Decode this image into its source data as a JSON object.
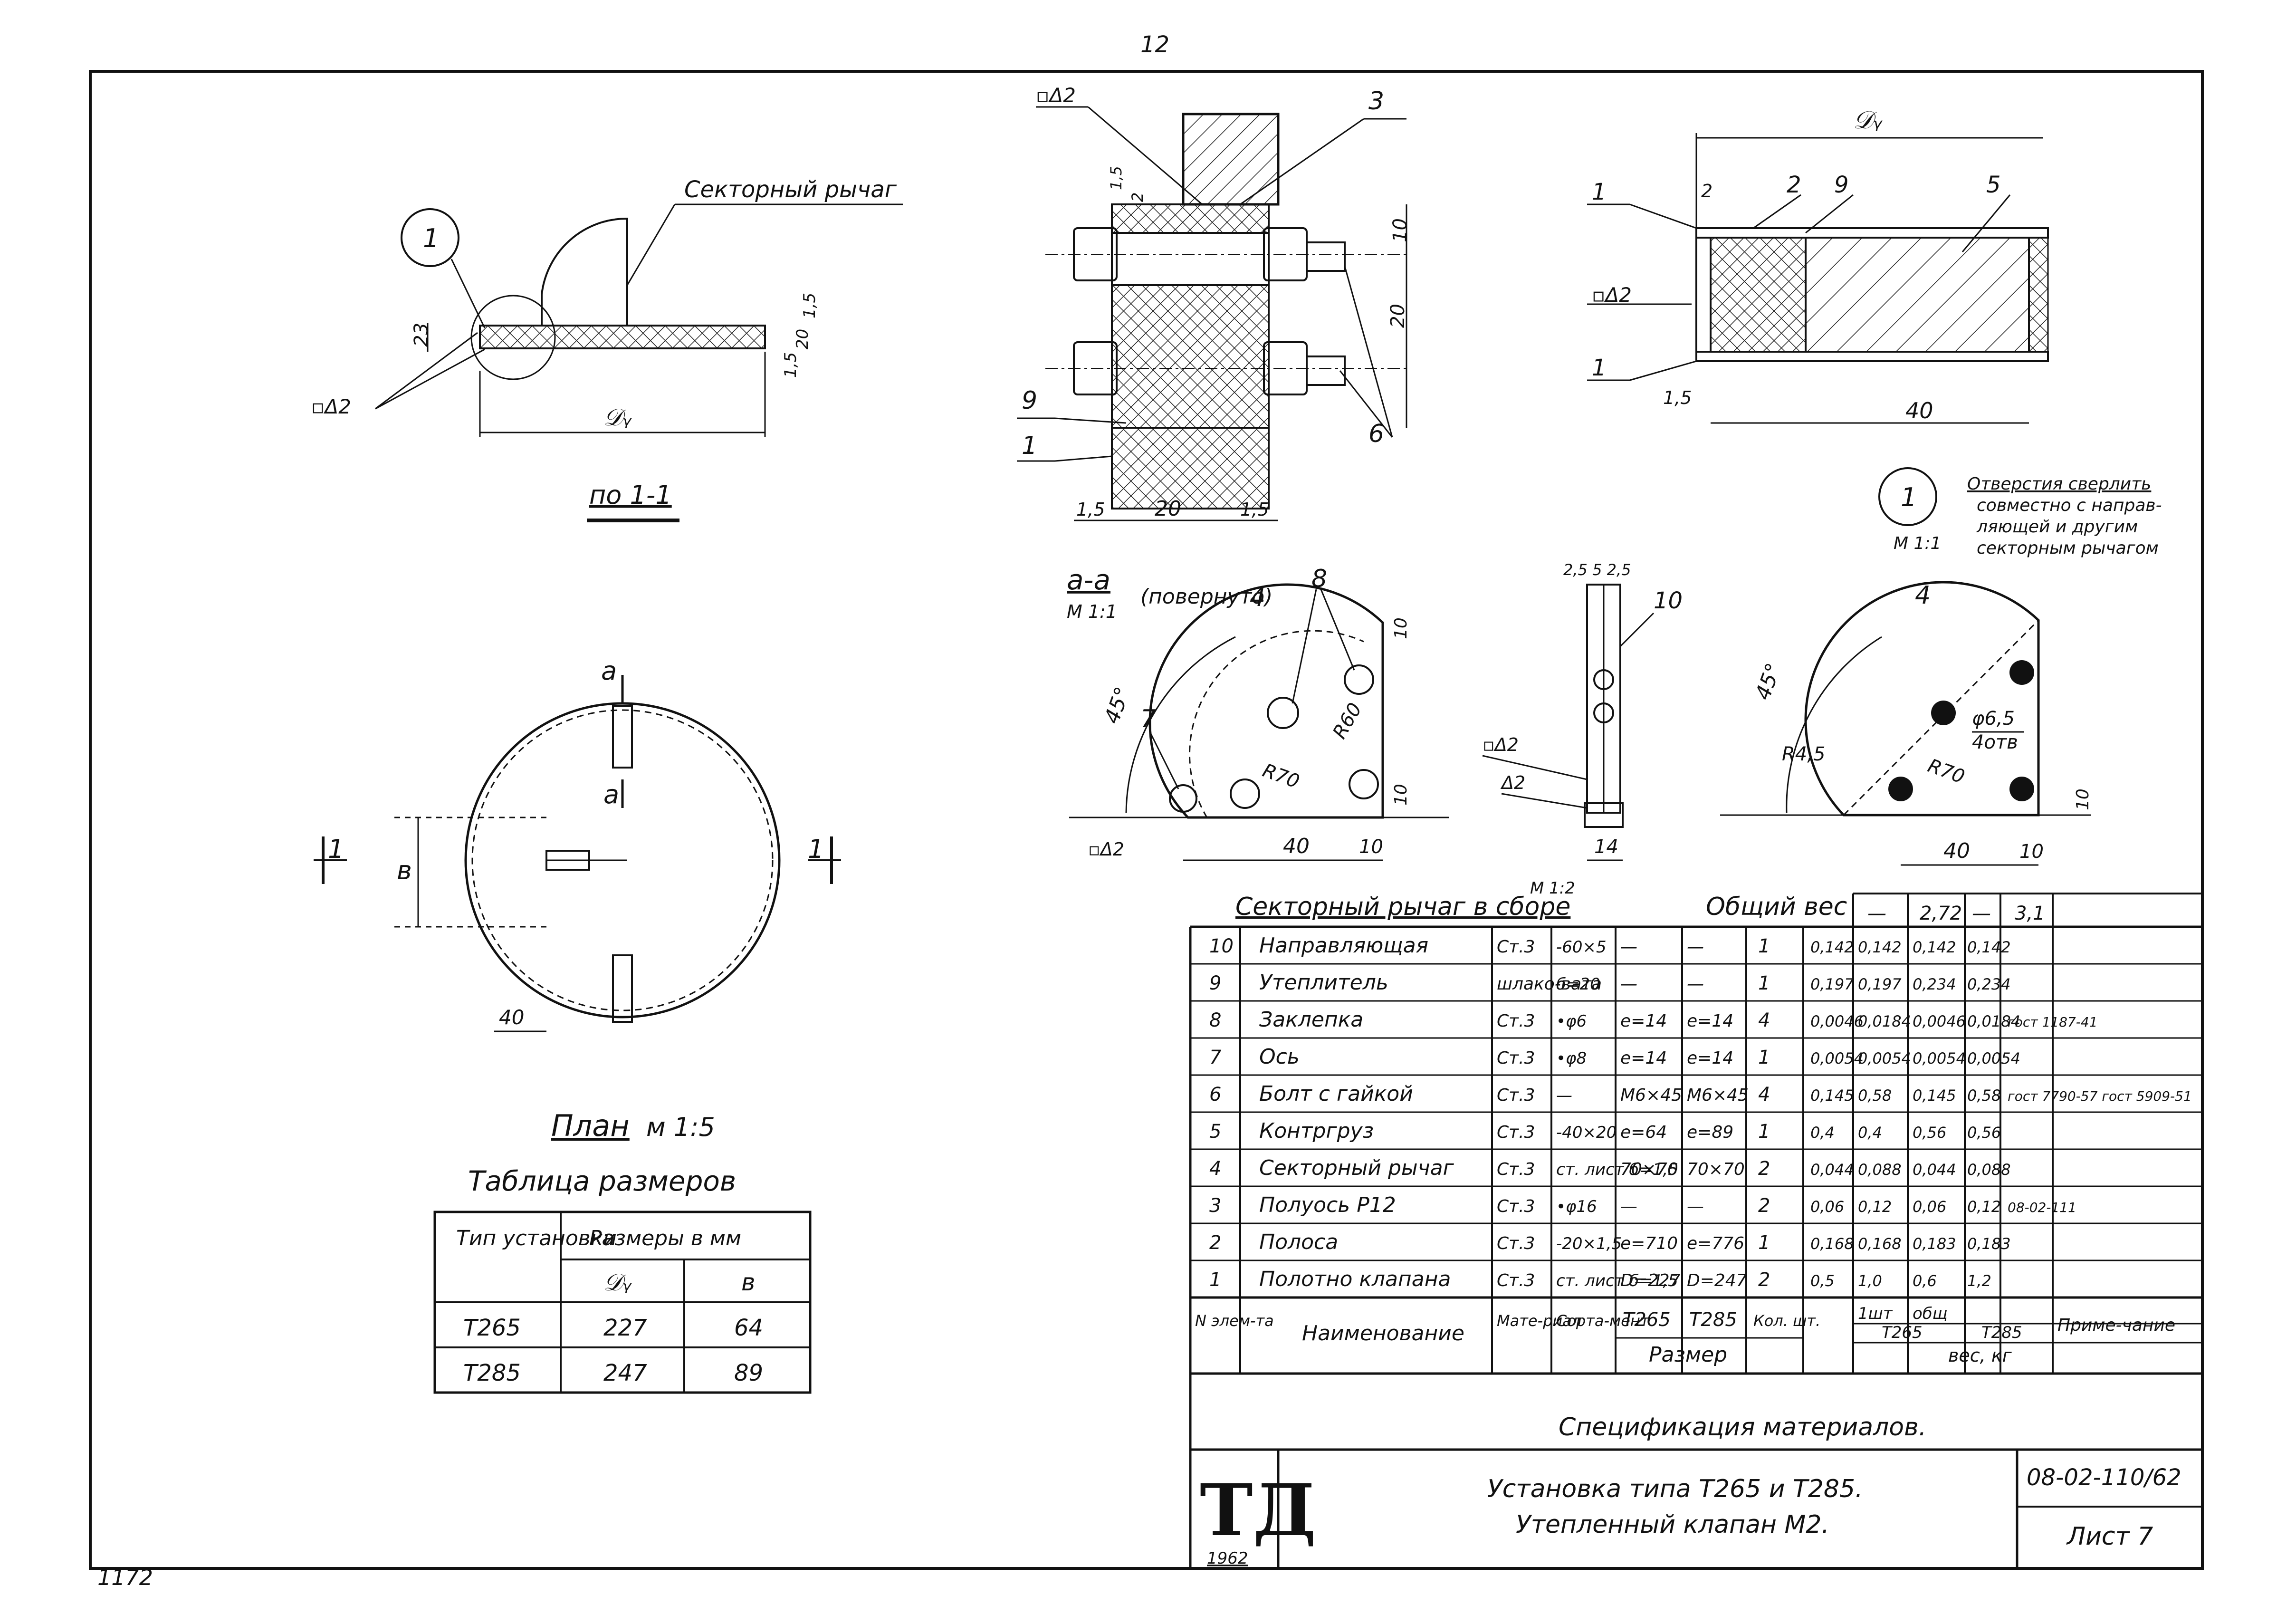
{
  "page_number": "12",
  "corner_mark": "1172",
  "top_left": {
    "label_lever": "Секторный рычаг",
    "callout_1": "1",
    "weld_mark": "▫Δ2",
    "dim_23": "23",
    "dim_15a": "1,5",
    "dim_20": "20",
    "dim_15b": "1,5",
    "dim_du": "𝒟ᵧ",
    "section_label": "по 1-1"
  },
  "plan": {
    "title": "План",
    "scale": "м 1:5",
    "section_mark_a": "а",
    "section_mark_1": "1",
    "dim_b": "в",
    "dim_40": "40"
  },
  "size_table": {
    "title": "Таблица размеров",
    "header_type": "Тип установки",
    "header_sizes": "Размеры в мм",
    "col_du": "𝒟ᵧ",
    "col_b": "в",
    "rows": [
      {
        "type": "Т265",
        "du": "227",
        "b": "64"
      },
      {
        "type": "Т285",
        "du": "247",
        "b": "89"
      }
    ]
  },
  "bolt_detail": {
    "weld": "▫Δ2",
    "c3": "3",
    "c9": "9",
    "c1": "1",
    "c6": "6",
    "d15a": "1,5",
    "d2": "2",
    "d10": "10",
    "d20v": "20",
    "d15b": "1,5",
    "d20h": "20",
    "d15c": "1,5"
  },
  "valve_section": {
    "du": "𝒟ᵧ",
    "c1a": "1",
    "c2": "2",
    "c9": "9",
    "c5": "5",
    "c1b": "1",
    "weld": "▫Δ2",
    "d2": "2",
    "d15": "1,5",
    "d40": "40"
  },
  "section_aa": {
    "title": "а-а",
    "scale": "М 1:1",
    "note": "(повернуто)",
    "c4": "4",
    "c8": "8",
    "c7": "7",
    "angle": "45°",
    "r60": "R60",
    "r70": "R70",
    "d10a": "10",
    "d10b": "10",
    "d40": "40",
    "d10c": "10",
    "weld": "▫Δ2"
  },
  "rivet_view": {
    "dims_top": "2,5 5 2,5",
    "c10": "10",
    "weld1": "▫Δ2",
    "weld2": "Δ2",
    "d14": "14"
  },
  "detail_1": {
    "callout": "1",
    "scale": "М 1:1",
    "note_lines": [
      "Отверстия сверлить",
      "совместно с направ-",
      "ляющей и другим",
      "секторным рычагом"
    ],
    "c4": "4",
    "angle": "45°",
    "r45": "R4,5",
    "r70": "R70",
    "hole": "φ6,5",
    "holes_count": "4отв",
    "d10a": "10",
    "d40": "40",
    "d10b": "10"
  },
  "spec": {
    "assembly_title": "Секторный рычаг в сборе",
    "assembly_scale": "М 1:2",
    "total_weight_label": "Общий вес",
    "total_weights": [
      "—",
      "2,72",
      "—",
      "3,1"
    ],
    "rows": [
      {
        "n": "10",
        "name": "Направляющая",
        "mat": "Ст.3",
        "sort": "-60×5",
        "t265": "—",
        "t285": "—",
        "qty": "1",
        "w1": "0,142",
        "w2": "0,142",
        "w3": "0,142",
        "w4": "0,142",
        "note": ""
      },
      {
        "n": "9",
        "name": "Утеплитель",
        "mat": "шлако-вата",
        "sort": "б=20",
        "t265": "—",
        "t285": "—",
        "qty": "1",
        "w1": "0,197",
        "w2": "0,197",
        "w3": "0,234",
        "w4": "0,234",
        "note": ""
      },
      {
        "n": "8",
        "name": "Заклепка",
        "mat": "Ст.3",
        "sort": "•φ6",
        "t265": "е=14",
        "t285": "е=14",
        "qty": "4",
        "w1": "0,0046",
        "w2": "0,0184",
        "w3": "0,0046",
        "w4": "0,0184",
        "note": "гост 1187-41"
      },
      {
        "n": "7",
        "name": "Ось",
        "mat": "Ст.3",
        "sort": "•φ8",
        "t265": "е=14",
        "t285": "е=14",
        "qty": "1",
        "w1": "0,0054",
        "w2": "0,0054",
        "w3": "0,0054",
        "w4": "0,0054",
        "note": ""
      },
      {
        "n": "6",
        "name": "Болт с гайкой",
        "mat": "Ст.3",
        "sort": "—",
        "t265": "М6×45",
        "t285": "М6×45",
        "qty": "4",
        "w1": "0,145",
        "w2": "0,58",
        "w3": "0,145",
        "w4": "0,58",
        "note": "гост 7790-57 гост 5909-51"
      },
      {
        "n": "5",
        "name": "Контргруз",
        "mat": "Ст.3",
        "sort": "-40×20",
        "t265": "е=64",
        "t285": "е=89",
        "qty": "1",
        "w1": "0,4",
        "w2": "0,4",
        "w3": "0,56",
        "w4": "0,56",
        "note": ""
      },
      {
        "n": "4",
        "name": "Секторный рычаг",
        "mat": "Ст.3",
        "sort": "ст. лист б=1,5",
        "t265": "70×70",
        "t285": "70×70",
        "qty": "2",
        "w1": "0,044",
        "w2": "0,088",
        "w3": "0,044",
        "w4": "0,088",
        "note": ""
      },
      {
        "n": "3",
        "name": "Полуось Р12",
        "mat": "Ст.3",
        "sort": "•φ16",
        "t265": "—",
        "t285": "—",
        "qty": "2",
        "w1": "0,06",
        "w2": "0,12",
        "w3": "0,06",
        "w4": "0,12",
        "note": "08-02-111"
      },
      {
        "n": "2",
        "name": "Полоса",
        "mat": "Ст.3",
        "sort": "-20×1,5",
        "t265": "е=710",
        "t285": "е=776",
        "qty": "1",
        "w1": "0,168",
        "w2": "0,168",
        "w3": "0,183",
        "w4": "0,183",
        "note": ""
      },
      {
        "n": "1",
        "name": "Полотно клапана",
        "mat": "Ст.3",
        "sort": "ст. лист б=1,5",
        "t265": "D=227",
        "t285": "D=247",
        "qty": "2",
        "w1": "0,5",
        "w2": "1,0",
        "w3": "0,6",
        "w4": "1,2",
        "note": ""
      }
    ],
    "header": {
      "n": "N элем-та",
      "name": "Наименование",
      "mat": "Мате-риал",
      "sort": "Сорта-мент",
      "t265": "Т265",
      "t285": "Т285",
      "size": "Размер",
      "qty": "Кол. шт.",
      "w_1pc": "1шт",
      "w_total": "общ",
      "t265b": "Т265",
      "t285b": "Т285",
      "weight_kg": "вес, кг",
      "note": "Приме-чание"
    },
    "caption": "Спецификация материалов."
  },
  "title_block": {
    "logo": "ТД",
    "year": "1962",
    "title_line1": "Установка типа Т265 и Т285.",
    "title_line2": "Утепленный клапан М2.",
    "doc_number": "08-02-110/62",
    "sheet": "Лист 7"
  }
}
